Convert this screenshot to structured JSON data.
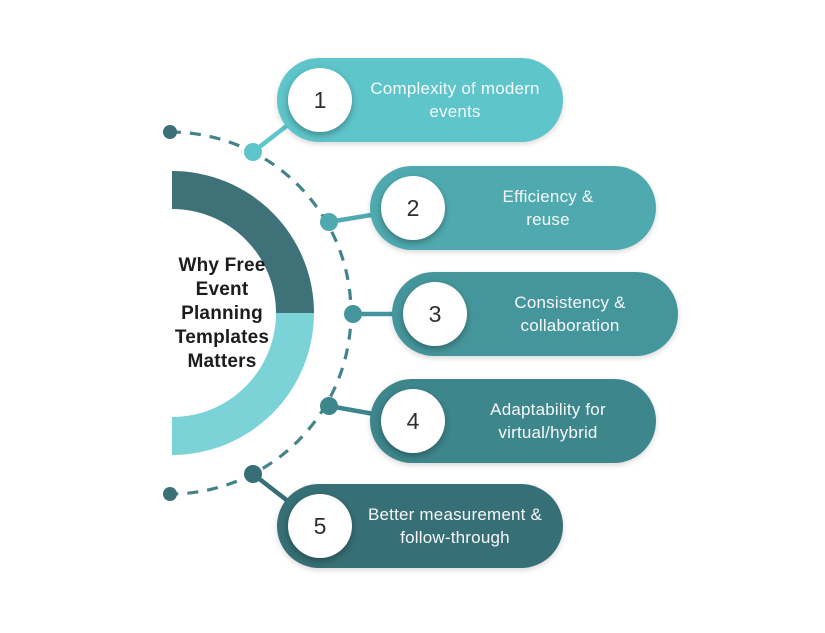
{
  "title": {
    "full": "Why Free Event Planning Templates Matters",
    "lines": [
      "Why Free",
      "Event",
      "Planning",
      "Templates",
      "Matters"
    ]
  },
  "items": [
    {
      "number": "1",
      "label": "Complexity of modern events",
      "lines": [
        "Complexity of modern",
        "events"
      ],
      "color": "#5ec5ca"
    },
    {
      "number": "2",
      "label": "Efficiency & reuse",
      "lines": [
        "Efficiency &",
        "reuse"
      ],
      "color": "#4faab0"
    },
    {
      "number": "3",
      "label": "Consistency & collaboration",
      "lines": [
        "Consistency &",
        "collaboration"
      ],
      "color": "#45969c"
    },
    {
      "number": "4",
      "label": "Adaptability for virtual/hybrid",
      "lines": [
        "Adaptability for",
        "virtual/hybrid"
      ],
      "color": "#3d868c"
    },
    {
      "number": "5",
      "label": "Better measurement & follow-through",
      "lines": [
        "Better measurement &",
        "follow-through"
      ],
      "color": "#366f75"
    }
  ],
  "colors": {
    "background": "#ffffff",
    "donut_top": "#3e7178",
    "donut_bottom": "#7bd2d7",
    "dashed_arc": "#44838a",
    "end_dot": "#3b7077",
    "title_text": "#1c1c1c",
    "number_text": "#2e2e2e",
    "pill_text": "#f6f8f8"
  }
}
